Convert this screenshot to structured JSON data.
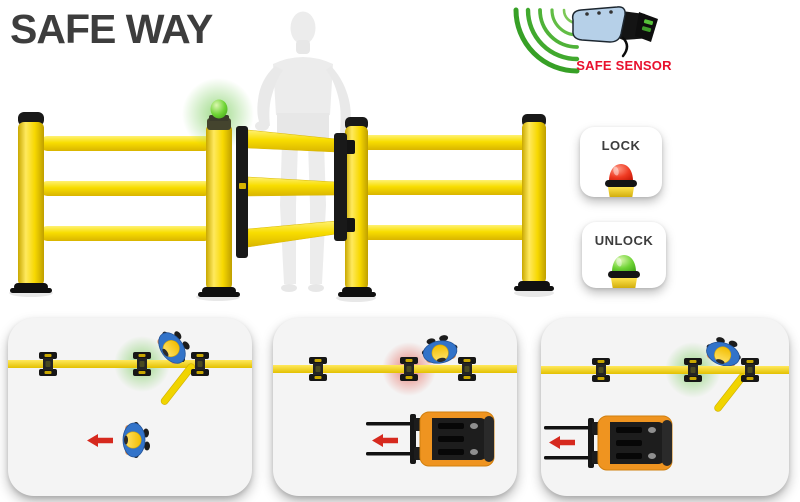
{
  "title": "SAFE WAY",
  "sensor": {
    "label": "SAFE SENSOR",
    "waves_icon": "green-signal-arcs"
  },
  "cards": {
    "lock_label": "LOCK",
    "unlock_label": "UNLOCK"
  },
  "colors": {
    "barrier_yellow": "#F7DC00",
    "beacon_green": "#55B521",
    "beacon_red": "#E02A16",
    "label_red": "#E8112D",
    "title_gray": "#3D3D3D",
    "forklift_orange": "#EF9420",
    "worker_blue": "#3273C9",
    "panel_bg": "#F4F4F4"
  },
  "panels": [
    {
      "beacon_glow": "green",
      "gate": "open",
      "actors": [
        "worker-at-gate",
        "worker-walking"
      ],
      "arrow_direction": "left"
    },
    {
      "beacon_glow": "red",
      "gate": "closed",
      "actors": [
        "worker-behind-barrier",
        "forklift"
      ],
      "arrow_direction": "left"
    },
    {
      "beacon_glow": "green",
      "gate": "open",
      "actors": [
        "worker-at-gate",
        "forklift"
      ],
      "arrow_direction": "left"
    }
  ]
}
